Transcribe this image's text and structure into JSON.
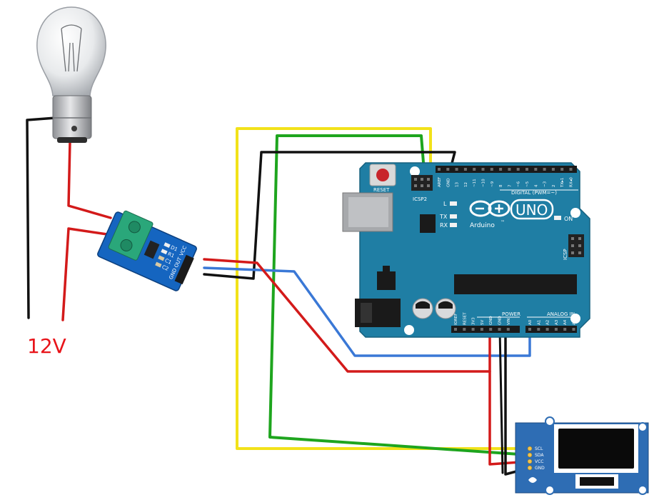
{
  "supply": {
    "voltage_label": "12V",
    "color": "#e8141a"
  },
  "arduino": {
    "board_name": "UNO",
    "brand": "Arduino",
    "trademark": "™",
    "reset_label": "RESET",
    "icsp2_label": "ICSP2",
    "icsp_label": "ICSP",
    "led_l": "L",
    "led_tx": "TX",
    "led_rx": "RX",
    "on_label": "ON",
    "digital_label": "DIGITAL (PWM=~)",
    "power_label": "POWER",
    "analog_label": "ANALOG IN",
    "top_pins": [
      "AREF",
      "GND",
      "13",
      "12",
      "~11",
      "~10",
      "~9",
      "8",
      "7",
      "~6",
      "~5",
      "4",
      "~3",
      "2",
      "TX▸1",
      "RX◂0"
    ],
    "power_pins": [
      "IOREF",
      "RESET",
      "3V3",
      "5V",
      "GND",
      "GND",
      "VIN"
    ],
    "analog_pins": [
      "A0",
      "A1",
      "A2",
      "A3",
      "A4",
      "A5"
    ],
    "board_color": "#1f7ea4"
  },
  "sensor": {
    "pin_labels": [
      "GND",
      "OUT",
      "VCC"
    ],
    "component_labels": [
      "D1",
      "R1",
      "C1",
      "C2"
    ],
    "board_color": "#1565c0",
    "terminal_color": "#2aa77a"
  },
  "oled": {
    "pin_labels": [
      "SCL",
      "SDA",
      "VCC",
      "GND"
    ],
    "board_color": "#2e6db4"
  },
  "wire_colors": {
    "red": "#d31a1a",
    "black": "#111111",
    "blue": "#3a78d6",
    "green": "#1ea51e",
    "yellow": "#f2e21a"
  }
}
